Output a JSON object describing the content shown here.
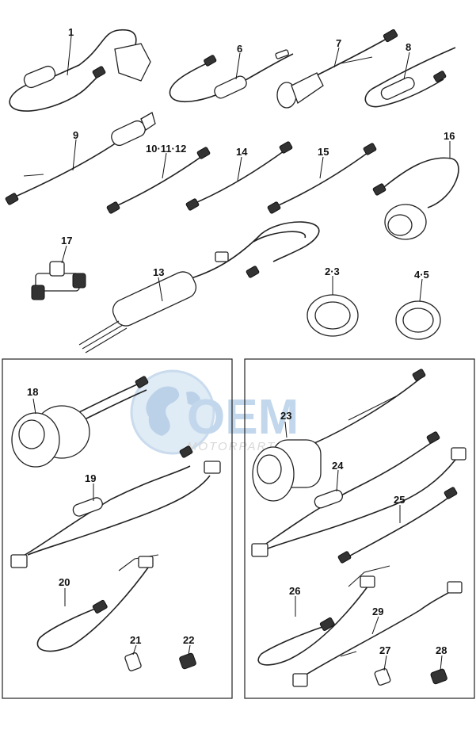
{
  "watermark": {
    "logo_text": "OEM",
    "sub_text": "MOTORPARTS"
  },
  "parts": [
    {
      "id": "p1",
      "label": "1"
    },
    {
      "id": "p6",
      "label": "6"
    },
    {
      "id": "p7",
      "label": "7"
    },
    {
      "id": "p8",
      "label": "8"
    },
    {
      "id": "p9",
      "label": "9"
    },
    {
      "id": "p10",
      "label": "10·11·12"
    },
    {
      "id": "p14",
      "label": "14"
    },
    {
      "id": "p15",
      "label": "15"
    },
    {
      "id": "p16",
      "label": "16"
    },
    {
      "id": "p17",
      "label": "17"
    },
    {
      "id": "p13",
      "label": "13"
    },
    {
      "id": "p2",
      "label": "2·3"
    },
    {
      "id": "p4",
      "label": "4·5"
    },
    {
      "id": "p18",
      "label": "18"
    },
    {
      "id": "p19",
      "label": "19"
    },
    {
      "id": "p20",
      "label": "20"
    },
    {
      "id": "p21",
      "label": "21"
    },
    {
      "id": "p22",
      "label": "22"
    },
    {
      "id": "p23",
      "label": "23"
    },
    {
      "id": "p24",
      "label": "24"
    },
    {
      "id": "p25",
      "label": "25"
    },
    {
      "id": "p26",
      "label": "26"
    },
    {
      "id": "p27",
      "label": "27"
    },
    {
      "id": "p28",
      "label": "28"
    },
    {
      "id": "p29",
      "label": "29"
    }
  ]
}
